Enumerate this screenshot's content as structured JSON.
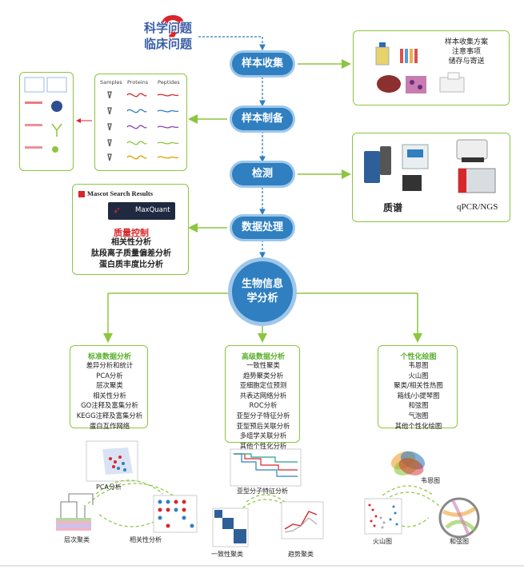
{
  "logo": {
    "top": "科学问题",
    "bottom": "临床问题"
  },
  "pipeline": {
    "collect": "样本收集",
    "prep": "样本制备",
    "detect": "检测",
    "process": "数据处理",
    "bio": [
      "生物信息",
      "学分析"
    ]
  },
  "sample_box": {
    "lines": [
      "样本收集方案",
      "注意事项",
      "储存与寄送"
    ]
  },
  "prep_box": {
    "headers": [
      "Samples",
      "Proteins",
      "Peptides"
    ]
  },
  "detect_box": {
    "left": "质谱",
    "right": "qPCR/NGS"
  },
  "process_box": {
    "mascot": "Mascot Search Results",
    "maxquant": "MaxQuant",
    "qc": "质量控制",
    "items": [
      "相关性分析",
      "肽段离子质量偏差分析",
      "蛋白质丰度比分析"
    ]
  },
  "standard": {
    "title": "标准数据分析",
    "items": [
      "差异分析和统计",
      "PCA分析",
      "层次聚类",
      "相关性分析",
      "GO注释及富集分析",
      "KEGG注释及富集分析",
      "蛋白互作网络"
    ],
    "captions": [
      "PCA分析",
      "层次聚类",
      "相关性分析"
    ]
  },
  "advanced": {
    "title": "高级数据分析",
    "items": [
      "一致性聚类",
      "趋势聚类分析",
      "亚细胞定位预测",
      "共表达网络分析",
      "ROC分析",
      "亚型分子特征分析",
      "亚型预后关联分析",
      "多组学关联分析",
      "其他个性化分析"
    ],
    "captions": [
      "亚型分子特征分析",
      "一致性聚类",
      "趋势聚类"
    ]
  },
  "custom": {
    "title": "个性化绘图",
    "items": [
      "韦恩图",
      "火山图",
      "聚类/相关性热图",
      "箱线/小提琴图",
      "和弦图",
      "气泡图",
      "其他个性化绘图"
    ],
    "captions": [
      "韦恩图",
      "火山图",
      "和弦图"
    ]
  },
  "colors": {
    "green": "#8cc63f",
    "blue": "#2f7fc1",
    "red": "#d9262b"
  }
}
